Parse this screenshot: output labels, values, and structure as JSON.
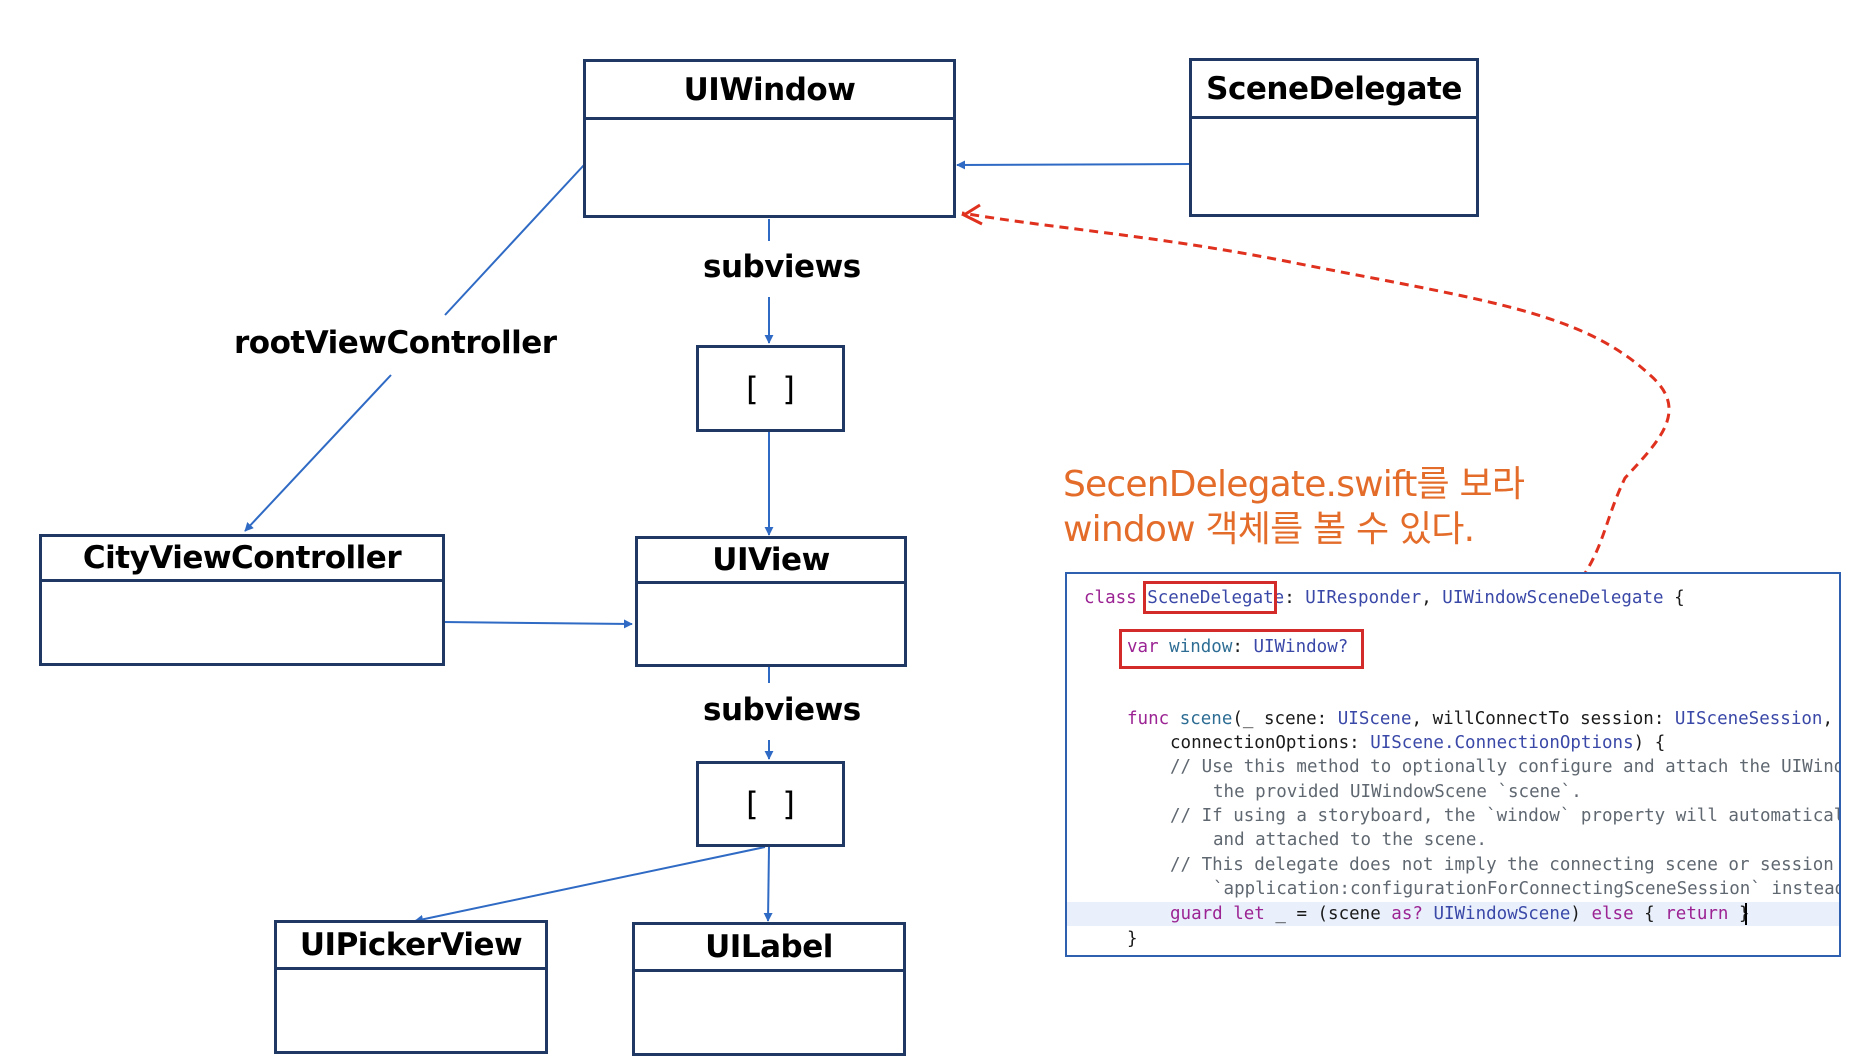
{
  "diagram": {
    "boxes": {
      "uiwindow": "UIWindow",
      "scene_delegate": "SceneDelegate",
      "city_view_controller": "CityViewController",
      "uiview": "UIView",
      "uipicker_view": "UIPickerView",
      "uilabel": "UILabel"
    },
    "arrays": {
      "first": "[ ]",
      "second": "[ ]"
    },
    "edge_labels": {
      "subviews_top": "subviews",
      "subviews_bottom": "subviews",
      "root_view_controller": "rootViewController"
    }
  },
  "annotation": {
    "line1": "SecenDelegate.swift를 보라",
    "line2": "window 객체를 볼 수 있다."
  },
  "code": {
    "line1": {
      "kw": "class",
      "name": "SceneDelegate",
      "colon": ":",
      "type1": "UIResponder",
      "sep": ", ",
      "type2": "UIWindowSceneDelegate",
      "brace": " {"
    },
    "line2": {
      "kw": "var",
      "name": "window",
      "colon": ": ",
      "type": "UIWindow?"
    },
    "line3": {
      "kw": "func",
      "name": "scene",
      "p1": "(_ scene: ",
      "t1": "UIScene",
      "p2": ", willConnectTo session: ",
      "t2": "UISceneSession",
      "p3": ","
    },
    "line4": {
      "p1": "connectionOptions: ",
      "t1": "UIScene",
      "dot": ".",
      "t2": "ConnectionOptions",
      "p2": ") {"
    },
    "line5": "// Use this method to optionally configure and attach the UIWindow",
    "line6": "the provided UIWindowScene `scene`.",
    "line7": "// If using a storyboard, the `window` property will automatically",
    "line8": "and attached to the scene.",
    "line9": "// This delegate does not imply the connecting scene or session",
    "line10": "`application:configurationForConnectingSceneSession` instead",
    "line11": {
      "kw1": "guard",
      "kw2": "let",
      "p1": " _ = (scene ",
      "kw3": "as?",
      "sp": " ",
      "t1": "UIWindowScene",
      "p2": ") ",
      "kw4": "else",
      "p3": " { ",
      "kw5": "return",
      "p4": " }"
    },
    "line12": "}"
  },
  "colors": {
    "box_border": "#1f3864",
    "arrow": "#2f6ac4",
    "annotation": "#e46c2a",
    "highlight": "#d32a2a"
  }
}
